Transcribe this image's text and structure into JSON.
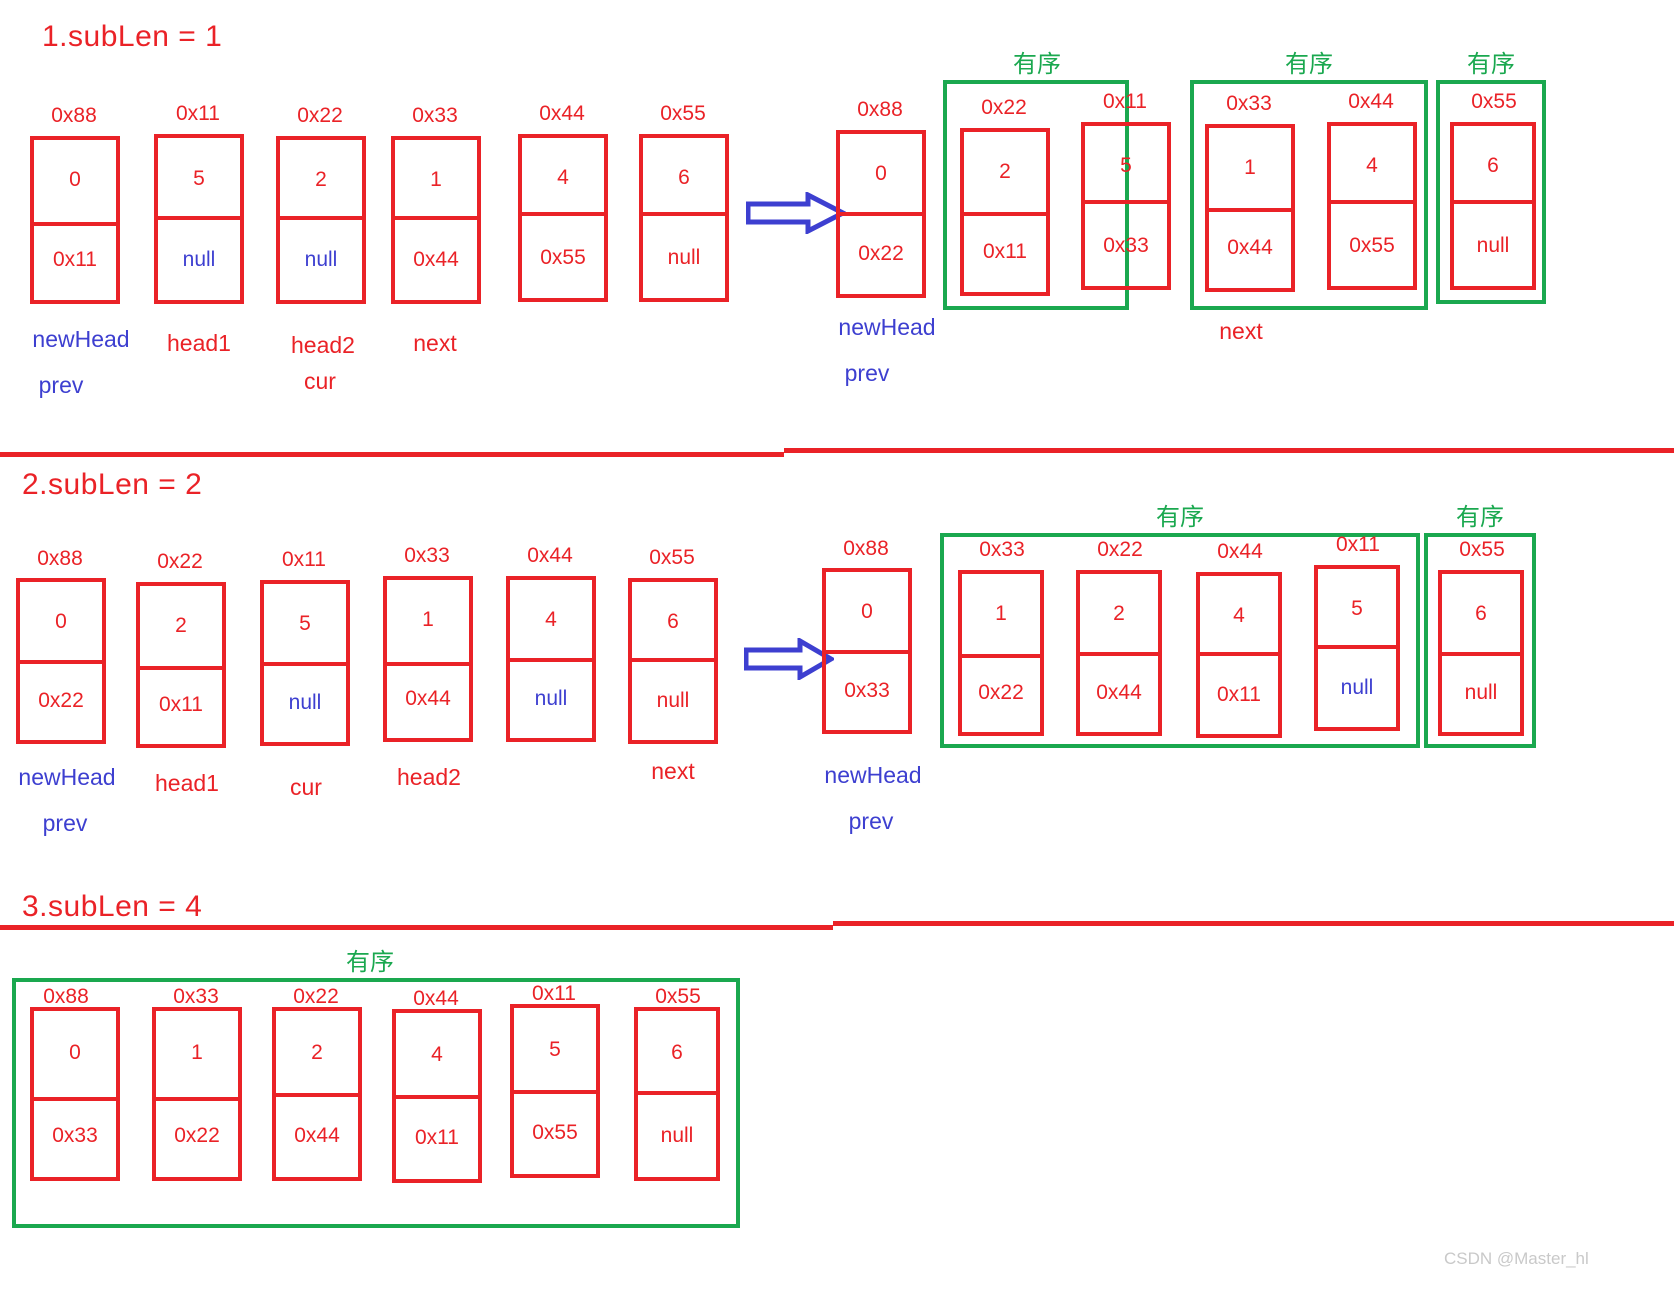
{
  "sections": [
    {
      "id": "sublen-1",
      "title": "1.subLen = 1",
      "before": {
        "nodes": [
          {
            "addr": "0x88",
            "value": "0",
            "next": "0x11",
            "next_color": "red"
          },
          {
            "addr": "0x11",
            "value": "5",
            "next": "null",
            "next_color": "blue"
          },
          {
            "addr": "0x22",
            "value": "2",
            "next": "null",
            "next_color": "blue"
          },
          {
            "addr": "0x33",
            "value": "1",
            "next": "0x44",
            "next_color": "red"
          },
          {
            "addr": "0x44",
            "value": "4",
            "next": "0x55",
            "next_color": "red"
          },
          {
            "addr": "0x55",
            "value": "6",
            "next": "null",
            "next_color": "red"
          }
        ],
        "pointers": [
          {
            "label": "newHead",
            "color": "blue"
          },
          {
            "label": "head1",
            "color": "red"
          },
          {
            "label": "head2",
            "color": "red"
          },
          {
            "label": "next",
            "color": "red"
          },
          {
            "label": "prev",
            "color": "blue"
          },
          {
            "label": "cur",
            "color": "red"
          }
        ]
      },
      "after": {
        "nodes": [
          {
            "addr": "0x88",
            "value": "0",
            "next": "0x22",
            "next_color": "red"
          },
          {
            "addr": "0x22",
            "value": "2",
            "next": "0x11",
            "next_color": "red"
          },
          {
            "addr": "0x11",
            "value": "5",
            "next": "0x33",
            "next_color": "red"
          },
          {
            "addr": "0x33",
            "value": "1",
            "next": "0x44",
            "next_color": "red"
          },
          {
            "addr": "0x44",
            "value": "4",
            "next": "0x55",
            "next_color": "red"
          },
          {
            "addr": "0x55",
            "value": "6",
            "next": "null",
            "next_color": "red"
          }
        ],
        "groups": [
          {
            "label": "有序"
          },
          {
            "label": "有序"
          },
          {
            "label": "有序"
          }
        ],
        "pointers": [
          {
            "label": "newHead",
            "color": "blue"
          },
          {
            "label": "prev",
            "color": "blue"
          },
          {
            "label": "next",
            "color": "red"
          }
        ]
      }
    },
    {
      "id": "sublen-2",
      "title": "2.subLen = 2",
      "before": {
        "nodes": [
          {
            "addr": "0x88",
            "value": "0",
            "next": "0x22",
            "next_color": "red"
          },
          {
            "addr": "0x22",
            "value": "2",
            "next": "0x11",
            "next_color": "red"
          },
          {
            "addr": "0x11",
            "value": "5",
            "next": "null",
            "next_color": "blue"
          },
          {
            "addr": "0x33",
            "value": "1",
            "next": "0x44",
            "next_color": "red"
          },
          {
            "addr": "0x44",
            "value": "4",
            "next": "null",
            "next_color": "blue"
          },
          {
            "addr": "0x55",
            "value": "6",
            "next": "null",
            "next_color": "red"
          }
        ],
        "pointers": [
          {
            "label": "newHead",
            "color": "blue"
          },
          {
            "label": "head1",
            "color": "red"
          },
          {
            "label": "cur",
            "color": "red"
          },
          {
            "label": "head2",
            "color": "red"
          },
          {
            "label": "next",
            "color": "red"
          },
          {
            "label": "prev",
            "color": "blue"
          }
        ]
      },
      "after": {
        "nodes": [
          {
            "addr": "0x88",
            "value": "0",
            "next": "0x33",
            "next_color": "red"
          },
          {
            "addr": "0x33",
            "value": "1",
            "next": "0x22",
            "next_color": "red"
          },
          {
            "addr": "0x22",
            "value": "2",
            "next": "0x44",
            "next_color": "red"
          },
          {
            "addr": "0x44",
            "value": "4",
            "next": "0x11",
            "next_color": "red"
          },
          {
            "addr": "0x11",
            "value": "5",
            "next": "null",
            "next_color": "blue"
          },
          {
            "addr": "0x55",
            "value": "6",
            "next": "null",
            "next_color": "red"
          }
        ],
        "groups": [
          {
            "label": "有序"
          },
          {
            "label": "有序"
          }
        ],
        "pointers": [
          {
            "label": "newHead",
            "color": "blue"
          },
          {
            "label": "prev",
            "color": "blue"
          }
        ]
      }
    },
    {
      "id": "sublen-4",
      "title": "3.subLen = 4",
      "result": {
        "nodes": [
          {
            "addr": "0x88",
            "value": "0",
            "next": "0x33",
            "next_color": "red"
          },
          {
            "addr": "0x33",
            "value": "1",
            "next": "0x22",
            "next_color": "red"
          },
          {
            "addr": "0x22",
            "value": "2",
            "next": "0x44",
            "next_color": "red"
          },
          {
            "addr": "0x44",
            "value": "4",
            "next": "0x11",
            "next_color": "red"
          },
          {
            "addr": "0x11",
            "value": "5",
            "next": "0x55",
            "next_color": "red"
          },
          {
            "addr": "0x55",
            "value": "6",
            "next": "null",
            "next_color": "red"
          }
        ],
        "groups": [
          {
            "label": "有序"
          }
        ]
      }
    }
  ],
  "colors": {
    "red": "#ea2227",
    "green": "#1aa84f",
    "blue": "#3d3fd0",
    "watermark": "#c9c9c9"
  },
  "watermark": "CSDN @Master_hl"
}
